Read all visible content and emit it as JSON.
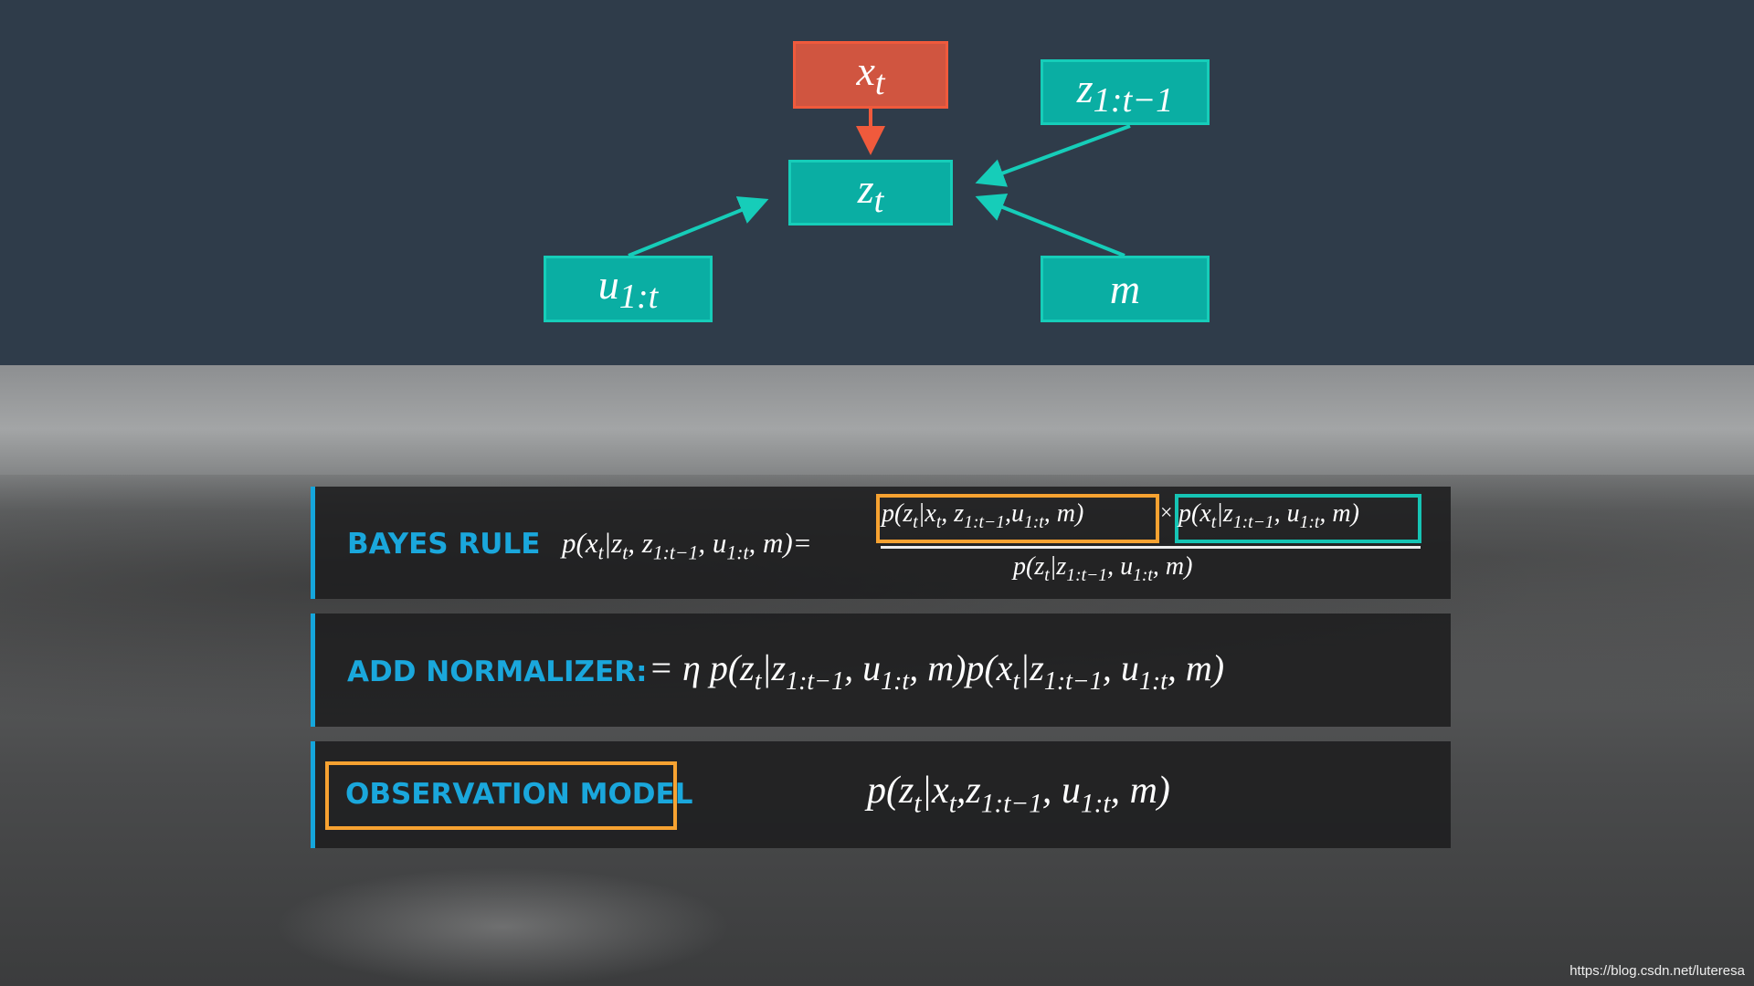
{
  "diagram": {
    "nodes": {
      "x_t": "x_{t}",
      "z_t": "z_{t}",
      "z_prev": "z_{1:t−1}",
      "u": "u_{1:t}",
      "m": "m"
    },
    "colors": {
      "state": "#d05540",
      "observation": "#0aaea3",
      "arrow_state": "#f05a3c",
      "arrow_obs": "#16cdb9"
    }
  },
  "panels": {
    "bayes": {
      "label": "BAYES RULE",
      "lhs": "p(x_{t}|z_{t}, z_{1:t−1}, u_{1:t}, m)=",
      "numerator_left": "p(z_{t}|x_{t}, z_{1:t−1},u_{1:t}, m)",
      "times": "×",
      "numerator_right": "p(x_{t}|z_{1:t−1}, u_{1:t}, m)",
      "denominator": "p(z_{t}|z_{1:t−1}, u_{1:t}, m)"
    },
    "normalizer": {
      "label": "ADD NORMALIZER:",
      "formula": "= η p(z_{t}|z_{1:t−1}, u_{1:t}, m)p(x_{t}|z_{1:t−1}, u_{1:t}, m)"
    },
    "observation": {
      "label": "OBSERVATION MODEL",
      "formula": "p(z_{t}|x_{t},z_{1:t−1}, u_{1:t}, m)"
    }
  },
  "colors": {
    "label": "#1aa7dc",
    "highlight_orange": "#f7a231",
    "highlight_teal": "#16c4b4"
  },
  "watermark": "https://blog.csdn.net/luteresa"
}
